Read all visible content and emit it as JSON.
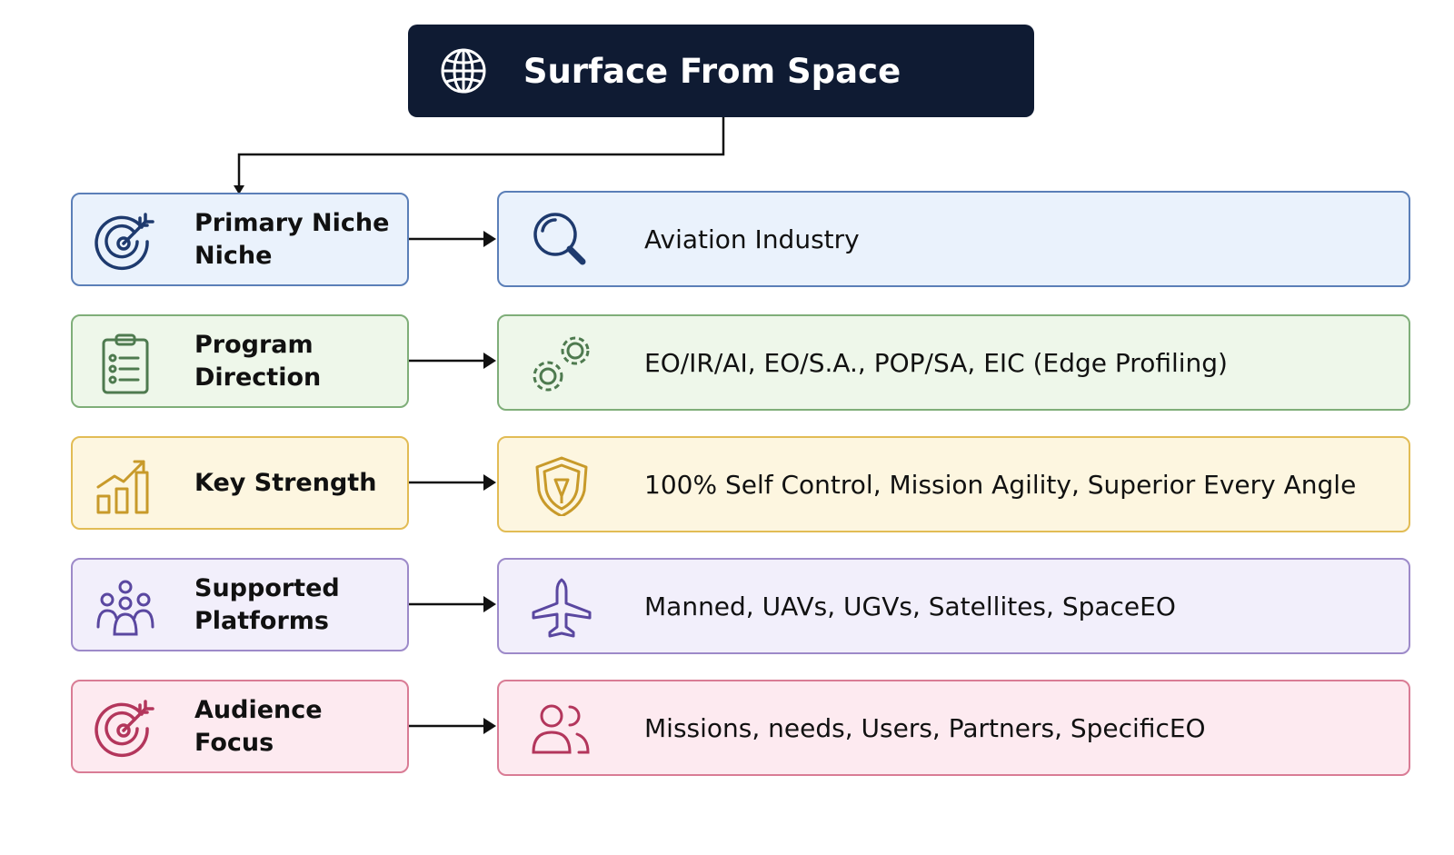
{
  "title": "Surface From Space",
  "title_icon": "globe-icon",
  "rows": [
    {
      "label": "Primary Niche\nNiche",
      "value": "Aviation Industry",
      "left_icon": "target-icon",
      "right_icon": "search-icon",
      "accent": "#1e3a6e"
    },
    {
      "label": "Program\nDirection",
      "value": "EO/IR/AI, EO/S.A., POP/SA, EIC (Edge Profiling)",
      "left_icon": "clipboard-icon",
      "right_icon": "gears-icon",
      "accent": "#4e7a4f"
    },
    {
      "label": "Key Strength",
      "value": "100% Self Control, Mission Agility, Superior Every Angle",
      "left_icon": "growth-chart-icon",
      "right_icon": "shield-icon",
      "accent": "#c89a2a"
    },
    {
      "label": "Supported\nPlatforms",
      "value": "Manned, UAVs,  UGVs, Satellites, SpaceEO",
      "left_icon": "group-icon",
      "right_icon": "airplane-icon",
      "accent": "#5a47a0"
    },
    {
      "label": "Audience\nFocus",
      "value": "Missions, needs, Users, Partners, SpecificEO",
      "left_icon": "target-icon",
      "right_icon": "users-icon",
      "accent": "#b3365c"
    }
  ]
}
